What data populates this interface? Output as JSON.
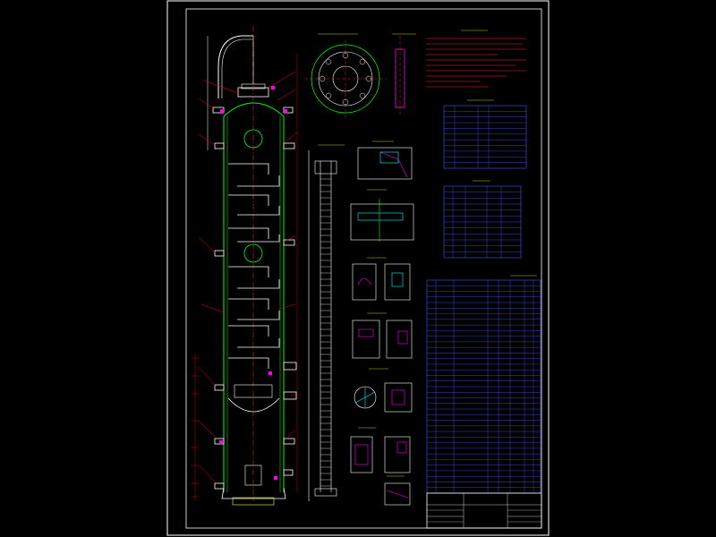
{
  "drawing": {
    "title": "",
    "colors": {
      "background": "#000000",
      "frame": "#ffffff",
      "outline": "#00ff00",
      "dimension": "#ff0000",
      "text": "#ffff33",
      "table_grid": "#4455ff",
      "center_line": "#ff3333",
      "weld": "#ff00ff",
      "detail": "#00ffff"
    }
  },
  "views": [
    {
      "id": "main-elevation",
      "label": ""
    },
    {
      "id": "top-flange-view",
      "label": ""
    },
    {
      "id": "flange-side-view",
      "label": ""
    },
    {
      "id": "ladder-view",
      "label": ""
    },
    {
      "id": "detail-views",
      "label": ""
    }
  ],
  "tables": [
    {
      "id": "technical-requirements",
      "title": "",
      "rows": 8
    },
    {
      "id": "design-data",
      "title": "",
      "rows": 11
    },
    {
      "id": "nozzle-table",
      "title": "",
      "rows": 12
    },
    {
      "id": "parts-list",
      "title": "",
      "rows": 38
    }
  ],
  "title_block": {
    "drawing_name": "",
    "drawing_subname": ""
  }
}
